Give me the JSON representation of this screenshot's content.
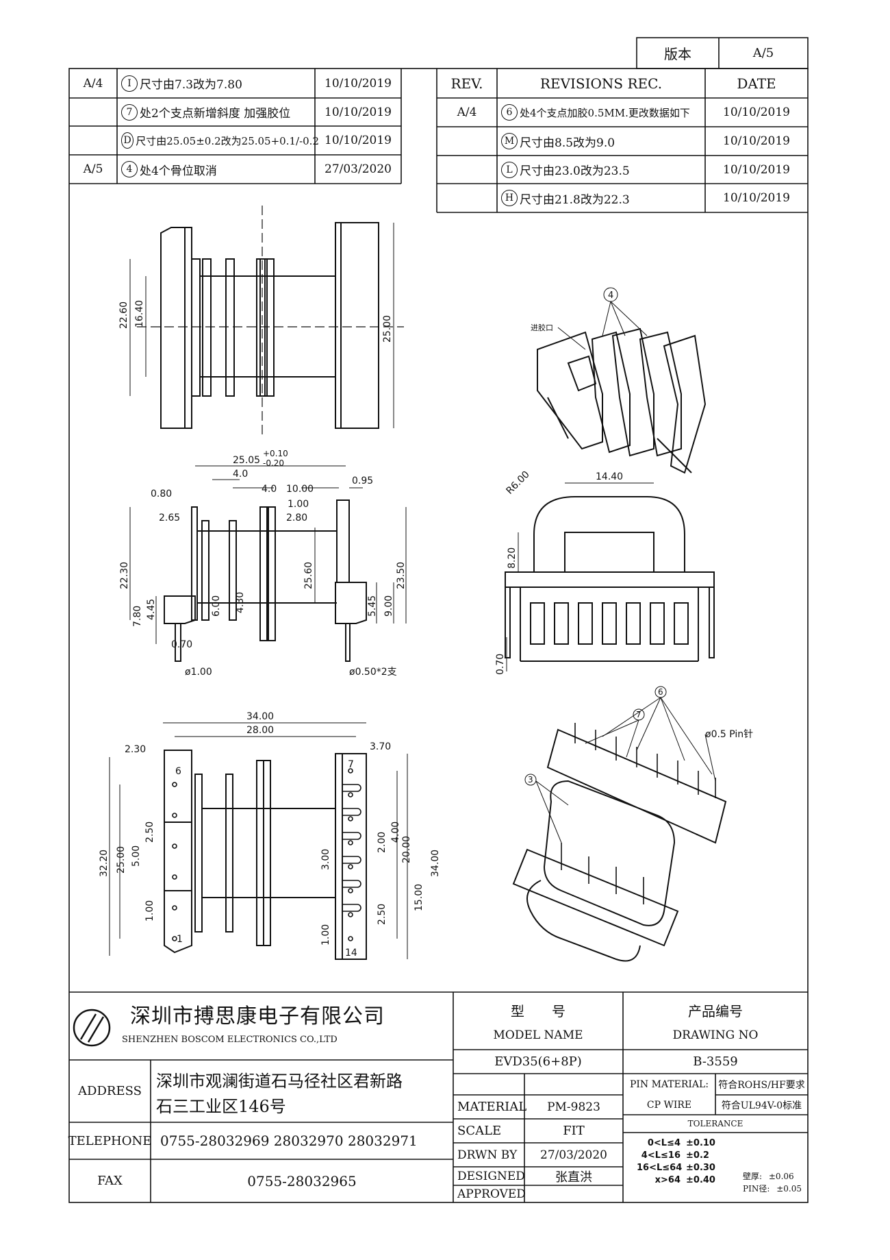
{
  "version_box": {
    "label": "版本",
    "value": "A/5"
  },
  "left_revisions": [
    {
      "rev": "A/4",
      "mark": "I",
      "text": "尺寸由7.3改为7.80",
      "date": "10/10/2019"
    },
    {
      "rev": "",
      "mark": "7",
      "text": "处2个支点新增斜度 加强胶位",
      "date": "10/10/2019"
    },
    {
      "rev": "",
      "mark": "D",
      "text": "尺寸由25.05±0.2改为25.05+0.1/-0.2",
      "date": "10/10/2019"
    },
    {
      "rev": "A/5",
      "mark": "4",
      "text": "处4个骨位取消",
      "date": "27/03/2020"
    }
  ],
  "right_revisions": {
    "headers": {
      "rev": "REV.",
      "rec": "REVISIONS REC.",
      "date": "DATE"
    },
    "rows": [
      {
        "rev": "A/4",
        "mark": "6",
        "text": "处4个支点加胶0.5MM.更改数据如下",
        "date": "10/10/2019"
      },
      {
        "rev": "",
        "mark": "M",
        "text": "尺寸由8.5改为9.0",
        "date": "10/10/2019"
      },
      {
        "rev": "",
        "mark": "L",
        "text": "尺寸由23.0改为23.5",
        "date": "10/10/2019"
      },
      {
        "rev": "",
        "mark": "H",
        "text": "尺寸由21.8改为22.3",
        "date": "10/10/2019"
      }
    ]
  },
  "drawing": {
    "top_view": {
      "dims": [
        "22.60",
        "16.40",
        "25.00"
      ]
    },
    "front_view": {
      "dims": [
        "25.05",
        "+0.10",
        "-0.20",
        "4.0",
        "4.0",
        "10.00",
        "0.95",
        "0.80",
        "1.00",
        "2.65",
        "2.80",
        "22.30",
        "25.60",
        "23.50",
        "4.45",
        "6.00",
        "4.30",
        "5.45",
        "9.00",
        "7.80",
        "0.70",
        "ø1.00",
        "ø0.50*2支"
      ]
    },
    "bottom_view": {
      "dims": [
        "34.00",
        "28.00",
        "2.30",
        "3.70",
        "32.20",
        "25.00",
        "2.50",
        "5.00",
        "1.00",
        "3.00",
        "2.00",
        "4.00",
        "20.00",
        "34.00",
        "15.00",
        "2.50",
        "1.00"
      ],
      "pins": [
        "6",
        "1",
        "7",
        "14"
      ]
    },
    "side_view": {
      "dims": [
        "R6.00",
        "14.40",
        "8.20",
        "0.70"
      ]
    },
    "iso_labels": {
      "callout_4": "4",
      "gate": "进胶口",
      "callout_6": "6",
      "callout_7": "7",
      "callout_3": "3",
      "pin": "ø0.5 Pin针"
    }
  },
  "title_block": {
    "company_cn": "深圳市搏思康电子有限公司",
    "company_en": "SHENZHEN BOSCOM ELECTRONICS CO.,LTD",
    "model_header_cn": "型　　号",
    "model_header_en": "MODEL NAME",
    "drawing_header_cn": "产品编号",
    "drawing_header_en": "DRAWING NO",
    "model_name": "EVD35(6+8P)",
    "drawing_no": "B-3559",
    "address_label": "ADDRESS",
    "address_line1": "深圳市观澜街道石马径社区君新路",
    "address_line2": "石三工业区146号",
    "telephone_label": "TELEPHONE",
    "telephone": "0755-28032969 28032970 28032971",
    "fax_label": "FAX",
    "fax": "0755-28032965",
    "material_label": "MATERIAL",
    "material": "PM-9823",
    "scale_label": "SCALE",
    "scale": "FIT",
    "drawn_label": "DRWN BY",
    "drawn": "27/03/2020",
    "designed_label": "DESIGNED",
    "designed": "张直洪",
    "approved_label": "APPROVED",
    "approved": "",
    "pin_material_label": "PIN MATERIAL:",
    "pin_material": "CP WIRE",
    "rohs": "符合ROHS/HF要求",
    "ul": "符合UL94V-0标准",
    "tolerance_label": "TOLERANCE",
    "tolerances": [
      {
        "range": "0<L≤4",
        "value": "±0.10"
      },
      {
        "range": "4<L≤16",
        "value": "±0.2"
      },
      {
        "range": "16<L≤64",
        "value": "±0.30"
      },
      {
        "range": "x>64",
        "value": "±0.40"
      }
    ],
    "wall_label": "壁厚:",
    "wall_value": "±0.06",
    "pin_dia_label": "PIN径:",
    "pin_dia_value": "±0.05"
  }
}
